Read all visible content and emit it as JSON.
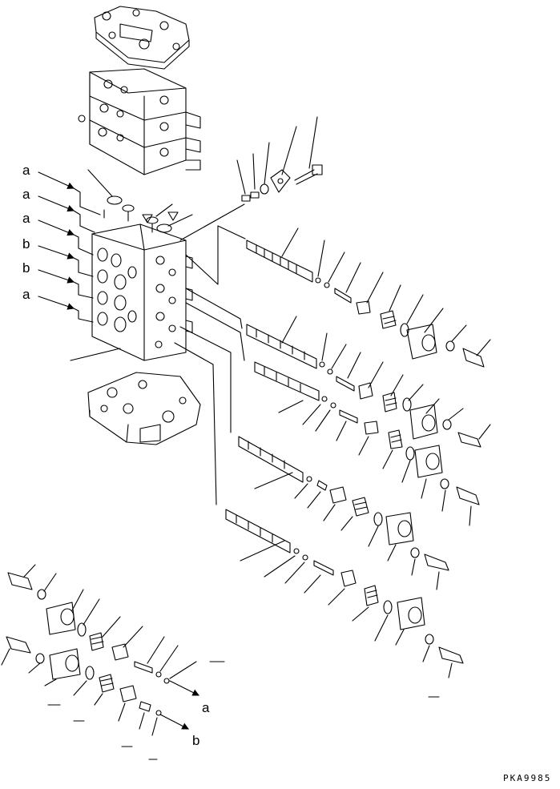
{
  "callout_letters": {
    "a1": "a",
    "a2": "a",
    "a3": "a",
    "b1": "b",
    "b2": "b",
    "a4": "a",
    "bottom_a": "a",
    "bottom_b": "b"
  },
  "figure_code": "PKA9985"
}
